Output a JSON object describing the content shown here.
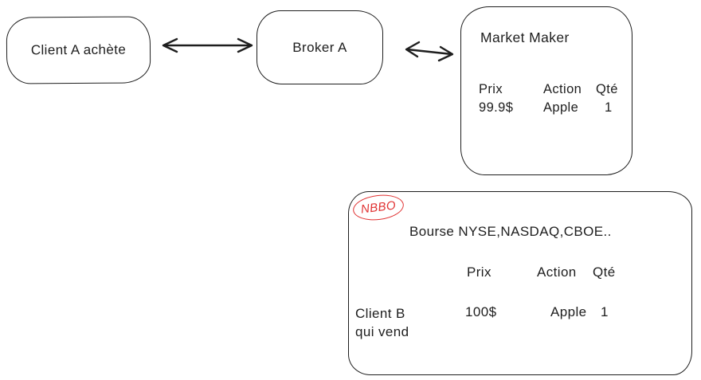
{
  "nodes": {
    "client_a": {
      "label": "Client A achète"
    },
    "broker_a": {
      "label": "Broker A"
    },
    "market_maker": {
      "title": "Market Maker",
      "headers": [
        "Prix",
        "Action",
        "Qté"
      ],
      "row": [
        "99.9$",
        "Apple",
        "1"
      ]
    },
    "nbbo": {
      "badge": "NBBO",
      "subtitle": "Bourse NYSE,NASDAQ,CBOE..",
      "headers": [
        "Prix",
        "Action",
        "Qté"
      ],
      "row_label": "Client B\nqui vend",
      "row": [
        "100$",
        "Apple",
        "1"
      ]
    }
  },
  "colors": {
    "stroke": "#1e1e1e",
    "accent_red": "#e03131",
    "background": "#ffffff"
  }
}
